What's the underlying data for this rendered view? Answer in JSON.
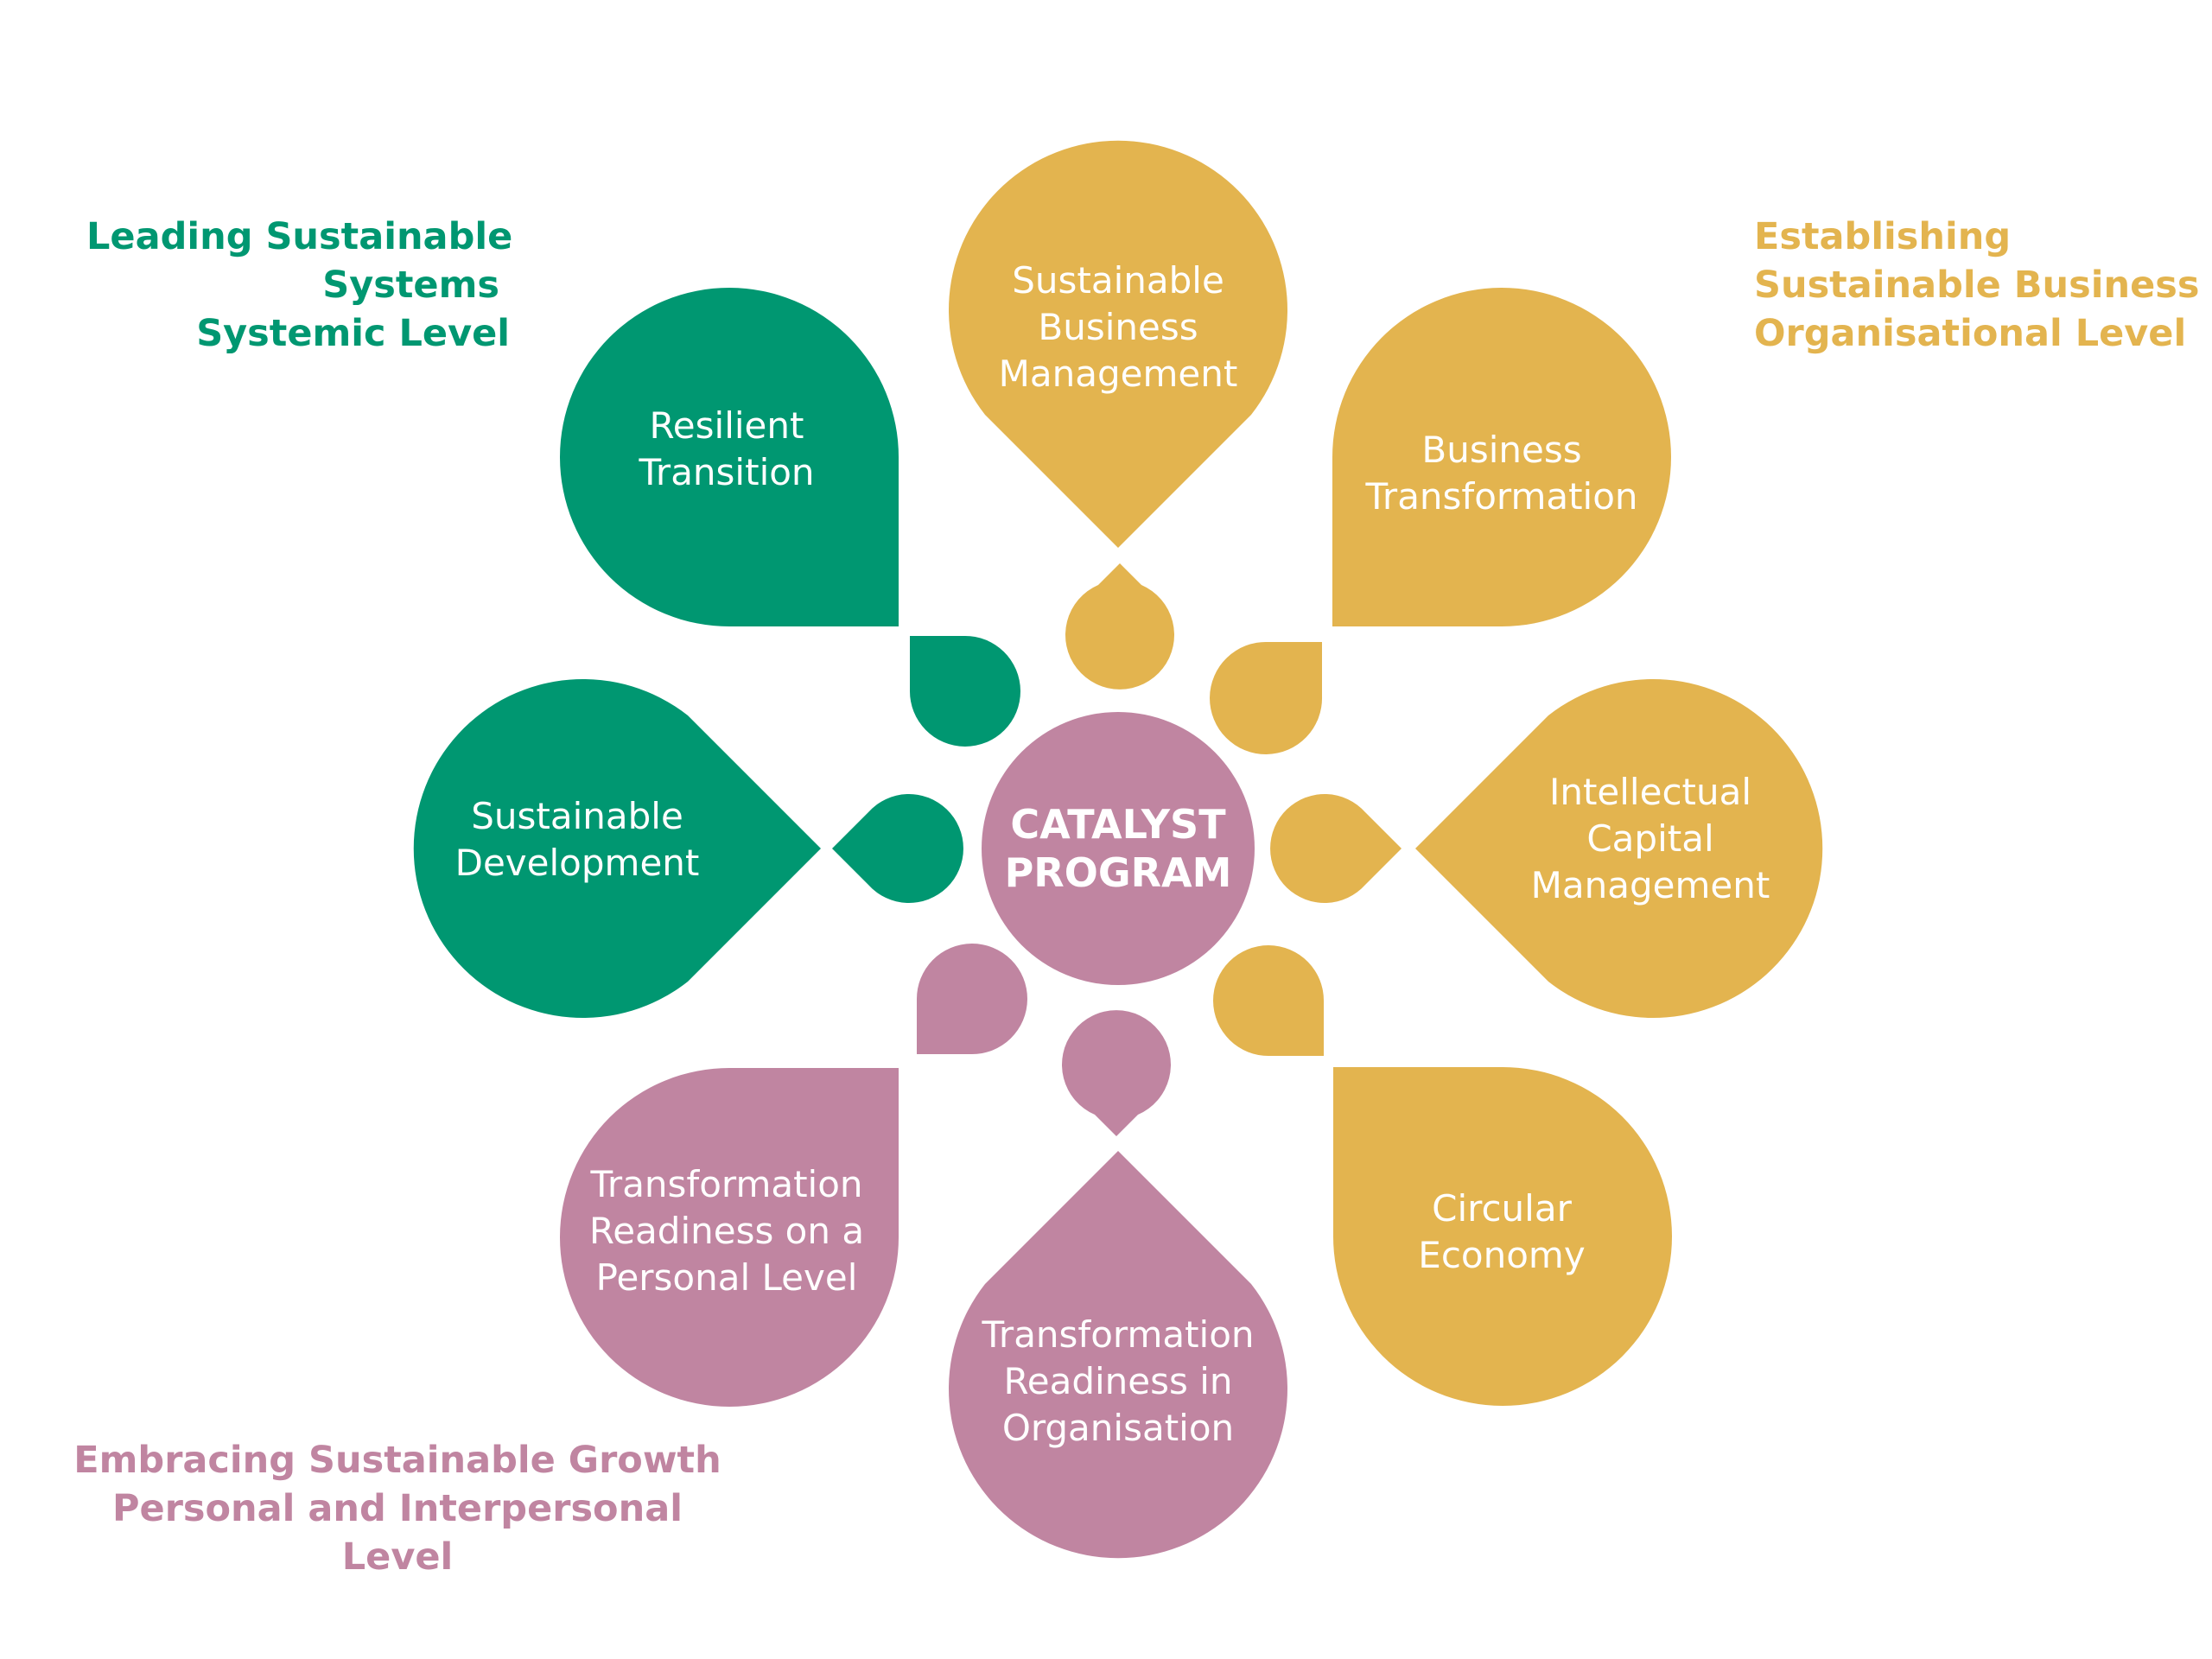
{
  "colors": {
    "green": "#009771",
    "gold": "#e3b44f",
    "pink": "#c085a1",
    "background": "#ffffff"
  },
  "center": {
    "lines": [
      "CATALYST",
      "PROGRAM"
    ]
  },
  "groups": {
    "systemic": {
      "lines": [
        "Leading Sustainable",
        "Systems",
        "Systemic Level"
      ]
    },
    "organisational": {
      "lines": [
        "Establishing",
        "Sustainable Business",
        "Organisational Level"
      ]
    },
    "personal": {
      "lines": [
        "Embracing Sustainable Growth",
        "Personal and Interpersonal",
        "Level"
      ]
    }
  },
  "petals": {
    "sustainable_business_management": {
      "lines": [
        "Sustainable",
        "Business",
        "Management"
      ]
    },
    "business_transformation": {
      "lines": [
        "Business",
        "Transformation"
      ]
    },
    "intellectual_capital_management": {
      "lines": [
        "Intellectual",
        "Capital",
        "Management"
      ]
    },
    "circular_economy": {
      "lines": [
        "Circular",
        "Economy"
      ]
    },
    "transformation_readiness_organisation": {
      "lines": [
        "Transformation",
        "Readiness in",
        "Organisation"
      ]
    },
    "transformation_readiness_personal": {
      "lines": [
        "Transformation",
        "Readiness on a",
        "Personal Level"
      ]
    },
    "sustainable_development": {
      "lines": [
        "Sustainable",
        "Development"
      ]
    },
    "resilient_transition": {
      "lines": [
        "Resilient",
        "Transition"
      ]
    }
  }
}
